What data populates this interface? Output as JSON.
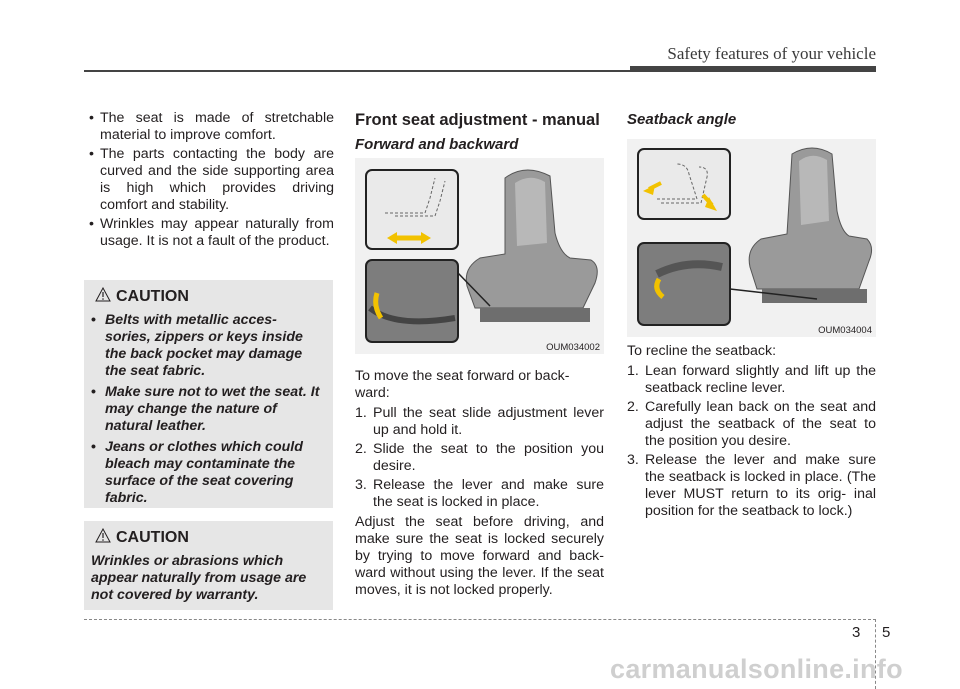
{
  "header": {
    "title": "Safety features of your vehicle"
  },
  "left": {
    "bullets": [
      "The seat is made of stretchable material to improve comfort.",
      "The parts contacting the body are curved and the side  supporting area is high which provides driving comfort and stability.",
      "Wrinkles may appear naturally from usage. It is not a fault of  the product."
    ],
    "caution1": {
      "title": "CAUTION",
      "items": [
        "Belts with metallic acces- sories, zippers or keys inside the back pocket may damage the seat fabric.",
        "Make sure not to wet the seat. It may change the nature of natural leather.",
        "Jeans or clothes which could bleach may contaminate the surface of the seat covering fabric."
      ]
    },
    "caution2": {
      "title": "CAUTION",
      "text": "Wrinkles or abrasions which appear naturally from usage are not covered by warranty."
    }
  },
  "middle": {
    "title": "Front seat adjustment - manual",
    "subtitle": "Forward and backward",
    "image_code": "OUM034002",
    "intro": "To move the seat forward or back- ward:",
    "steps": [
      {
        "num": "1.",
        "text": "Pull the seat slide adjustment lever up and hold it."
      },
      {
        "num": "2.",
        "text": "Slide the seat to the position you desire."
      },
      {
        "num": "3.",
        "text": "Release the lever and make sure the seat is locked in place."
      }
    ],
    "note": "Adjust the seat before driving, and make sure the seat is locked securely by trying to move forward and back- ward without using the lever. If the seat moves, it is not locked properly."
  },
  "right": {
    "subtitle": "Seatback angle",
    "image_code": "OUM034004",
    "intro": "To recline the seatback:",
    "steps": [
      {
        "num": "1.",
        "text": "Lean forward slightly and lift up the seatback recline lever."
      },
      {
        "num": "2.",
        "text": "Carefully lean back on the seat and adjust the seatback of the seat to the position you desire."
      },
      {
        "num": "3.",
        "text": "Release the lever and make sure the seatback is locked in place. (The lever MUST return to its orig- inal position for the seatback to lock.)"
      }
    ]
  },
  "footer": {
    "chapter": "3",
    "page": "5",
    "watermark": "carmanualsonline.info"
  },
  "colors": {
    "accent_arrow": "#f2c200",
    "caution_bg": "#e6e6e6",
    "figure_bg": "#f1f1f1"
  }
}
